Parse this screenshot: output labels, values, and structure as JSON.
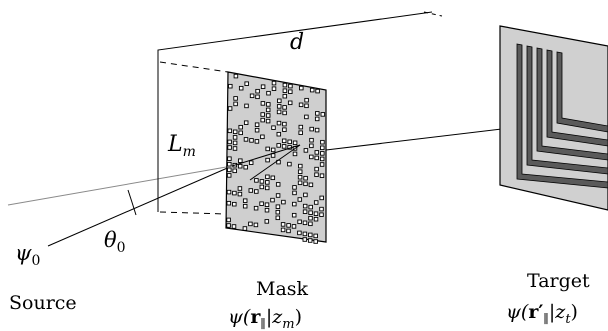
{
  "labels": {
    "d": "d",
    "Lm": {
      "base": "L",
      "sub": "m"
    },
    "psi0": {
      "base": "ψ",
      "sub": "0"
    },
    "theta0": {
      "base": "θ",
      "sub": "0"
    },
    "mask": {
      "title": "Mask",
      "eq": {
        "pre": "ψ(",
        "bold": "r",
        "sub": "∥",
        "mid": "|",
        "z": "z",
        "zsub": "m",
        "post": ")"
      }
    },
    "target": {
      "title": "Target",
      "eq": {
        "pre": "ψ(",
        "bold": "r′",
        "sub": "∥",
        "mid": "|",
        "z": "z",
        "zsub": "t",
        "post": ")"
      }
    },
    "source": "Source"
  },
  "colors": {
    "mask_fill": "#cfcfcf",
    "target_fill": "#d0d0d0",
    "target_stripe": "#5a5a5a",
    "line": "#000000",
    "ray_gray": "#7f7f7f"
  }
}
